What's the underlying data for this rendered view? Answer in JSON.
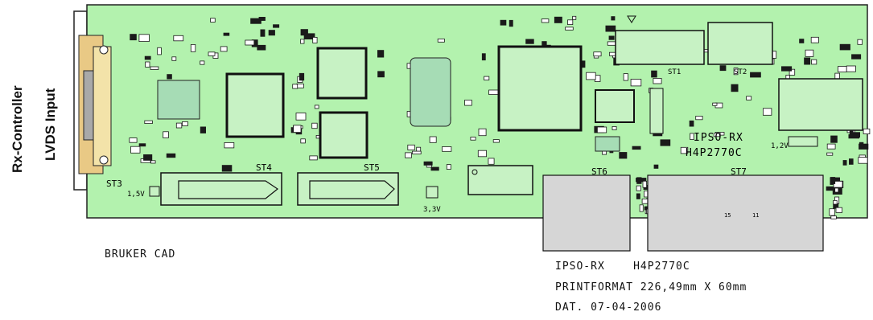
{
  "side_labels": {
    "line1": "Rx-Controller",
    "line2": "LVDS Input"
  },
  "board": {
    "connectors": {
      "st3": "ST3",
      "st4": "ST4",
      "st5": "ST5",
      "st6": "ST6",
      "st7": "ST7",
      "st1": "ST1",
      "st2": "ST2"
    },
    "board_name": "IPSO-RX",
    "board_code": "H4P2770C",
    "voltage_left": "1,5V",
    "voltage_mid": "3,3V",
    "voltage_right": "1,2V",
    "st7_pins": {
      "a": "15",
      "b": "11"
    }
  },
  "footer": {
    "cad": "BRUKER CAD",
    "title_line": "IPSO-RX    H4P2770C",
    "printformat": "PRINTFORMAT 226,49mm X 60mm",
    "date": "DAT. 07-04-2006"
  },
  "colors": {
    "pcb": "#b3f2ae",
    "outline": "#222222",
    "connector_gray": "#d6d6d6"
  }
}
